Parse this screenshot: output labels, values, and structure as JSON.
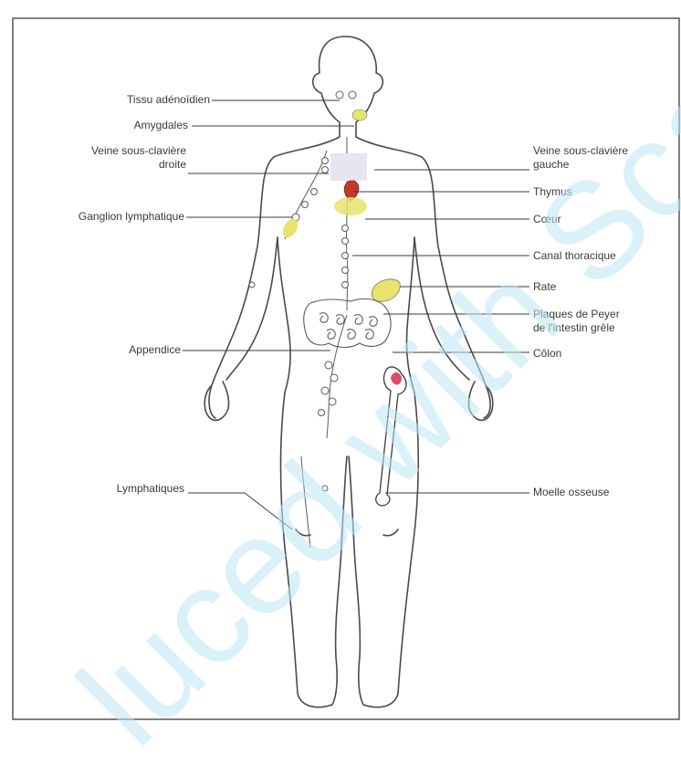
{
  "labels": {
    "tissu_adenoidien": "Tissu adénoïdien",
    "amygdales": "Amygdales",
    "veine_sc_droite": "Veine sous-clavière\ndroite",
    "ganglion": "Ganglion lymphatique",
    "appendice": "Appendice",
    "lymphatiques": "Lymphatiques",
    "veine_sc_gauche": "Veine sous-clavière\ngauche",
    "thymus": "Thymus",
    "coeur": "Cœur",
    "canal_thoracique": "Canal thoracique",
    "rate": "Rate",
    "plaques_peyer": "Plaques de Peyer\nde l'intestin grêle",
    "colon": "Côlon",
    "moelle_osseuse": "Moelle osseuse"
  },
  "watermark": "luced with Scan",
  "colors": {
    "outline": "#4a4a4a",
    "thymus": "#c0392b",
    "lymph_yellow": "#e8e36a",
    "marrow": "#d94d6a",
    "watermark": "#bfe6f5"
  }
}
